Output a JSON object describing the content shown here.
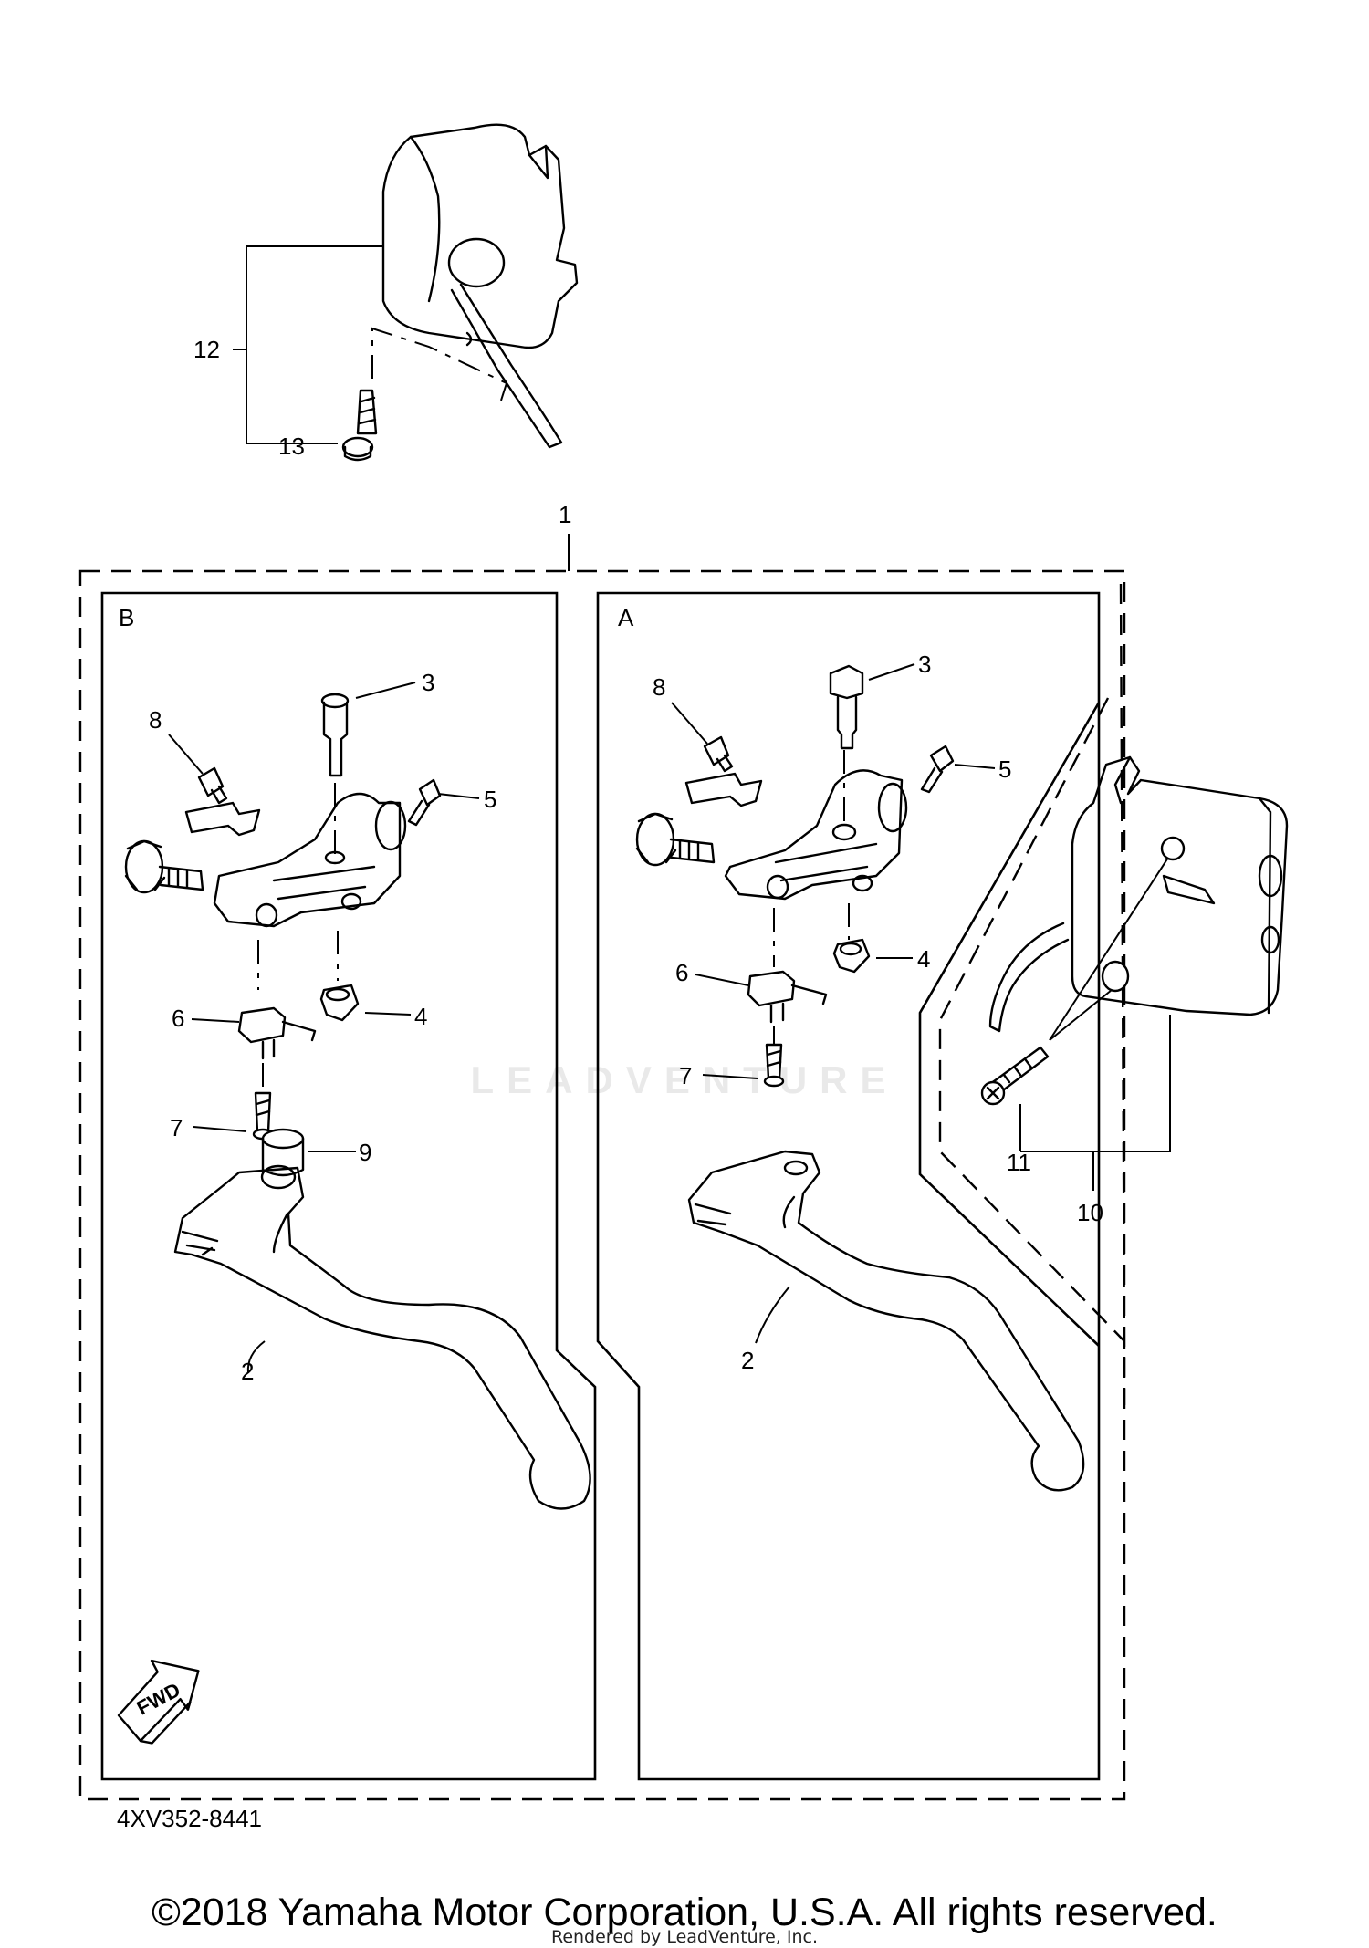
{
  "diagram_code": "4XV352-8441",
  "copyright": "©2018 Yamaha Motor Corporation, U.S.A. All rights reserved.",
  "rendered_by": "Rendered by LeadVenture, Inc.",
  "watermark": "LEADVENTURE",
  "fwd_label": "FWD",
  "panels": {
    "left": "B",
    "right": "A"
  },
  "callouts": {
    "c1": "1",
    "c12": "12",
    "c13": "13",
    "b3": "3",
    "b8": "8",
    "b5": "5",
    "b4": "4",
    "b6": "6",
    "b7": "7",
    "b9": "9",
    "b2": "2",
    "a3": "3",
    "a8": "8",
    "a5": "5",
    "a4": "4",
    "a6": "6",
    "a7": "7",
    "a2": "2",
    "c11": "11",
    "c10": "10"
  }
}
